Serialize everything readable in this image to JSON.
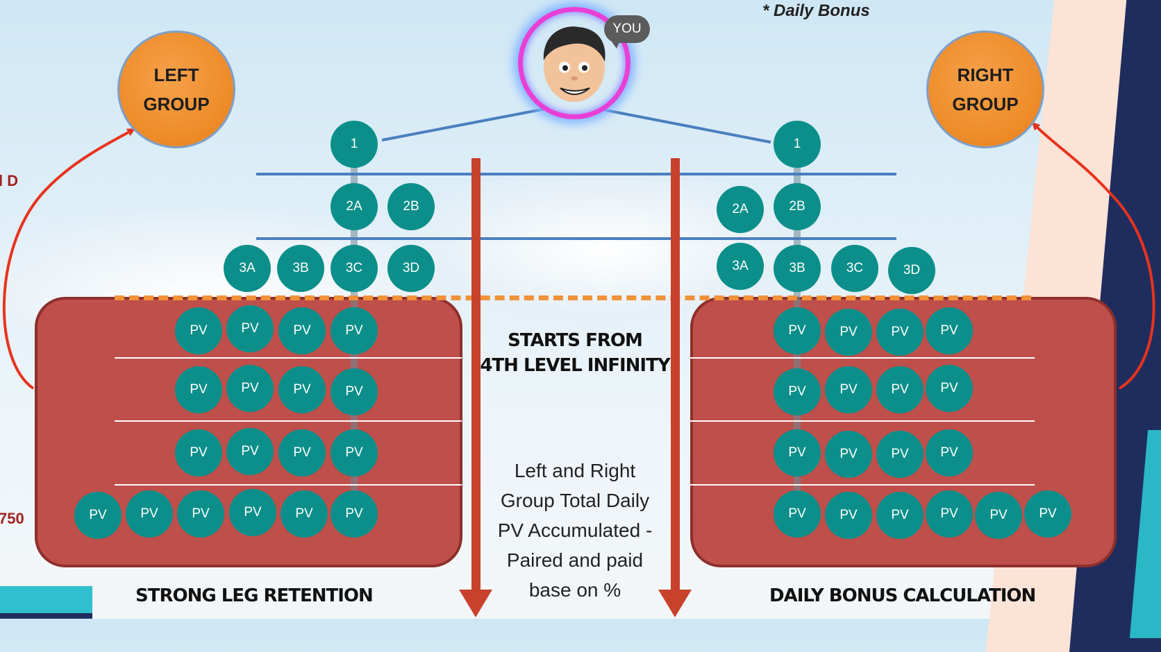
{
  "header": {
    "note": "* Daily Bonus"
  },
  "avatar": {
    "badge": "YOU"
  },
  "left_group": {
    "label_line1": "LEFT",
    "label_line2": "GROUP"
  },
  "right_group": {
    "label_line1": "RIGHT",
    "label_line2": "GROUP"
  },
  "left_tree": {
    "level1": [
      "1"
    ],
    "level2": [
      "2A",
      "2B"
    ],
    "level3": [
      "3A",
      "3B",
      "3C",
      "3D"
    ]
  },
  "right_tree": {
    "level1": [
      "1"
    ],
    "level2": [
      "2A",
      "2B"
    ],
    "level3": [
      "3A",
      "3B",
      "3C",
      "3D"
    ]
  },
  "pv_label": "PV",
  "center": {
    "title_line1": "STARTS FROM",
    "title_line2": "4TH LEVEL INFINITY",
    "desc_lines": [
      "Left and Right",
      "Group Total Daily",
      "PV Accumulated -",
      "Paired and paid",
      "base on %"
    ]
  },
  "captions": {
    "left": "STRONG LEG RETENTION",
    "right": "DAILY BONUS CALCULATION"
  },
  "cut_text": {
    "top": "l D",
    "bottom": "750"
  },
  "colors": {
    "node": "#0c8f8a",
    "panel": "#be4f4b",
    "group": "#ed8a27",
    "arrow": "#c8412c",
    "line": "#4a7fbf"
  }
}
